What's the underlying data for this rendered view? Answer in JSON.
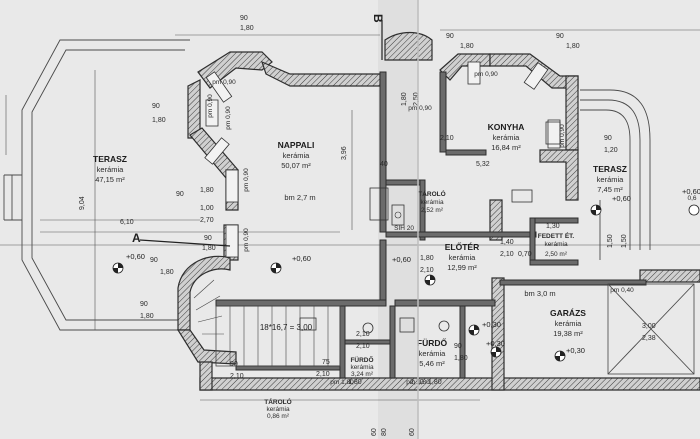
{
  "rooms": [
    {
      "id": "terasz-left",
      "name": "TERASZ",
      "material": "kerámia",
      "area": "47,15 m²"
    },
    {
      "id": "nappali",
      "name": "NAPPALI",
      "material": "kerámia",
      "area": "50,07 m²",
      "extra": "bm 2,7 m"
    },
    {
      "id": "konyha",
      "name": "KONYHA",
      "material": "kerámia",
      "area": "16,84 m²"
    },
    {
      "id": "terasz-right",
      "name": "TERASZ",
      "material": "kerámia",
      "area": "7,45 m²"
    },
    {
      "id": "tarolo-1",
      "name": "TÁROLÓ",
      "material": "kerámia",
      "area": "2,52 m²"
    },
    {
      "id": "eloter",
      "name": "ELŐTÉR",
      "material": "kerámia",
      "area": "12,99 m²"
    },
    {
      "id": "fedett",
      "name": "FEDETT ÉT.",
      "material": "kerámia",
      "area": "2,50 m²"
    },
    {
      "id": "garazs",
      "name": "GARÁZS",
      "material": "kerámia",
      "area": "19,38 m²",
      "extra": "bm 3,0 m"
    },
    {
      "id": "furdo-big",
      "name": "FÜRDŐ",
      "material": "kerámia",
      "area": "5,46 m²"
    },
    {
      "id": "furdo-small",
      "name": "FÜRDŐ",
      "material": "kerámia",
      "area": "3,24 m²"
    },
    {
      "id": "tarolo-2",
      "name": "TÁROLÓ",
      "material": "kerámia",
      "area": "0,86 m²"
    }
  ],
  "levels": {
    "l1": "+0,60",
    "l2": "+0,60",
    "l3": "+0,60",
    "l4": "+0,60",
    "l5": "+0,30",
    "l6": "+0,30",
    "l7": "+0,30",
    "l8": "+0,60"
  },
  "section_marks": {
    "a": "A",
    "b": "B"
  },
  "stair_label": "18*16,7 = 3,00",
  "dims": {
    "d1": "90",
    "d2": "1,80",
    "d3": "90",
    "d4": "1,80",
    "d5": "9,04",
    "d6": "6,10",
    "d7": "2,70",
    "d8": "1,00",
    "d9": "1,80",
    "d10": "90",
    "d11": "90",
    "d12": "1,80",
    "d13": "3,96",
    "d14": "40",
    "d15": "1,80",
    "d16": "2,50",
    "d17": "2,10",
    "d18": "5,32",
    "d19": "90",
    "d20": "1,20",
    "d21": "1,30",
    "d22": "1,40",
    "d23": "2,10",
    "d24": "0,70",
    "d25": "1,50",
    "d26": "1,50",
    "d27": "1,80",
    "d28": "2,10",
    "d29": "3,00",
    "d30": "2,38",
    "d31": "2,10",
    "d32": "2,10",
    "d33": "75",
    "d34": "2,10",
    "d35": "90",
    "d36": "2,10",
    "d37": "1,80",
    "d38": "90",
    "d39": "1,80",
    "d40": "2,10",
    "d41": "1,80",
    "d42": "60",
    "d43": "80",
    "d44": "60",
    "d45": "90",
    "d46": "1,80",
    "d47": "90",
    "d48": "1,80",
    "d49": "90",
    "d50": "1,80",
    "d51": "90",
    "d52": "1,80"
  },
  "pm_labels": {
    "p1": "pm 0,90",
    "p2": "pm 0,90",
    "p3": "pm 0,90",
    "p4": "pm 0,90",
    "p5": "pm 0,90",
    "p6": "pm 0,90",
    "p7": "pm 0,90",
    "p8": "pm 0,90",
    "p9": "pm 1,80",
    "p10": "pm 0,40",
    "p11": "pm 1,80"
  },
  "misc": {
    "sih": "SIH 20",
    "up": "0,6"
  }
}
